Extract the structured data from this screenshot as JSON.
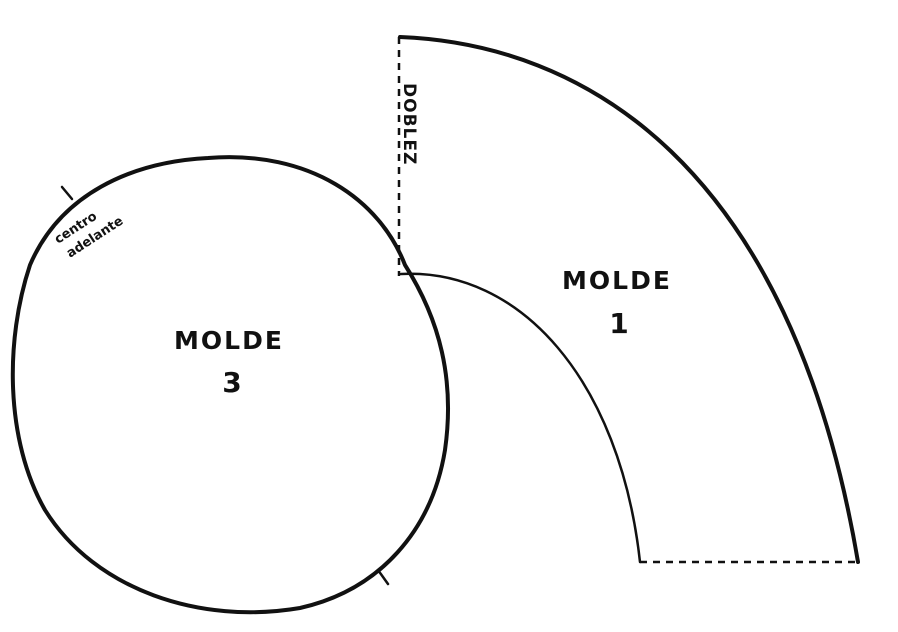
{
  "moldes": [
    {
      "title": "MOLDE",
      "number": "1"
    },
    {
      "title": "MOLDE",
      "number": "3"
    }
  ],
  "fold_label": "DOBLEZ",
  "notch_label": {
    "line1": "centro",
    "line2": "adelante"
  }
}
